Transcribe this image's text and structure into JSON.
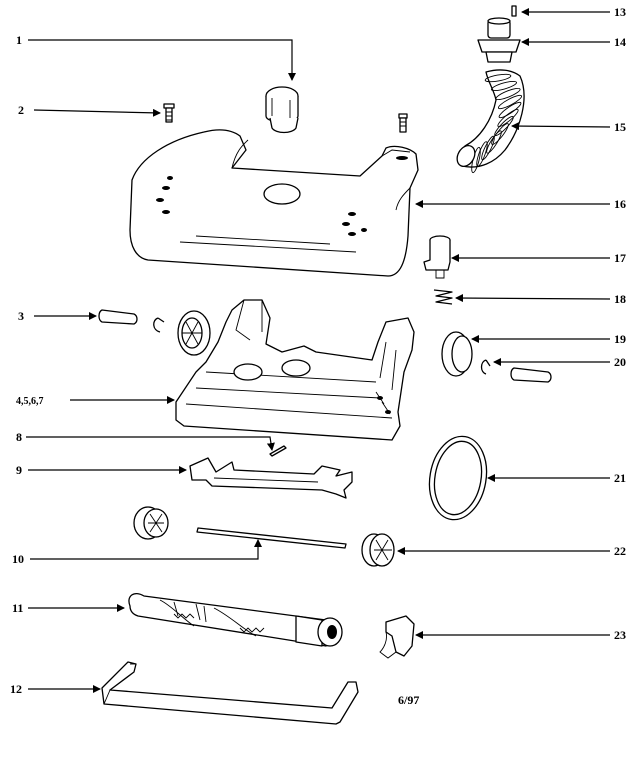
{
  "callouts": [
    {
      "id": "1",
      "label": "1"
    },
    {
      "id": "2",
      "label": "2"
    },
    {
      "id": "3",
      "label": "3"
    },
    {
      "id": "4",
      "label": "4,5,6,7"
    },
    {
      "id": "8",
      "label": "8"
    },
    {
      "id": "9",
      "label": "9"
    },
    {
      "id": "10",
      "label": "10"
    },
    {
      "id": "11",
      "label": "11"
    },
    {
      "id": "12",
      "label": "12"
    },
    {
      "id": "13",
      "label": "13"
    },
    {
      "id": "14",
      "label": "14"
    },
    {
      "id": "15",
      "label": "15"
    },
    {
      "id": "16",
      "label": "16"
    },
    {
      "id": "17",
      "label": "17"
    },
    {
      "id": "18",
      "label": "18"
    },
    {
      "id": "19",
      "label": "19"
    },
    {
      "id": "20",
      "label": "20"
    },
    {
      "id": "21",
      "label": "21"
    },
    {
      "id": "22",
      "label": "22"
    },
    {
      "id": "23",
      "label": "23"
    }
  ],
  "date_code": "6/97"
}
